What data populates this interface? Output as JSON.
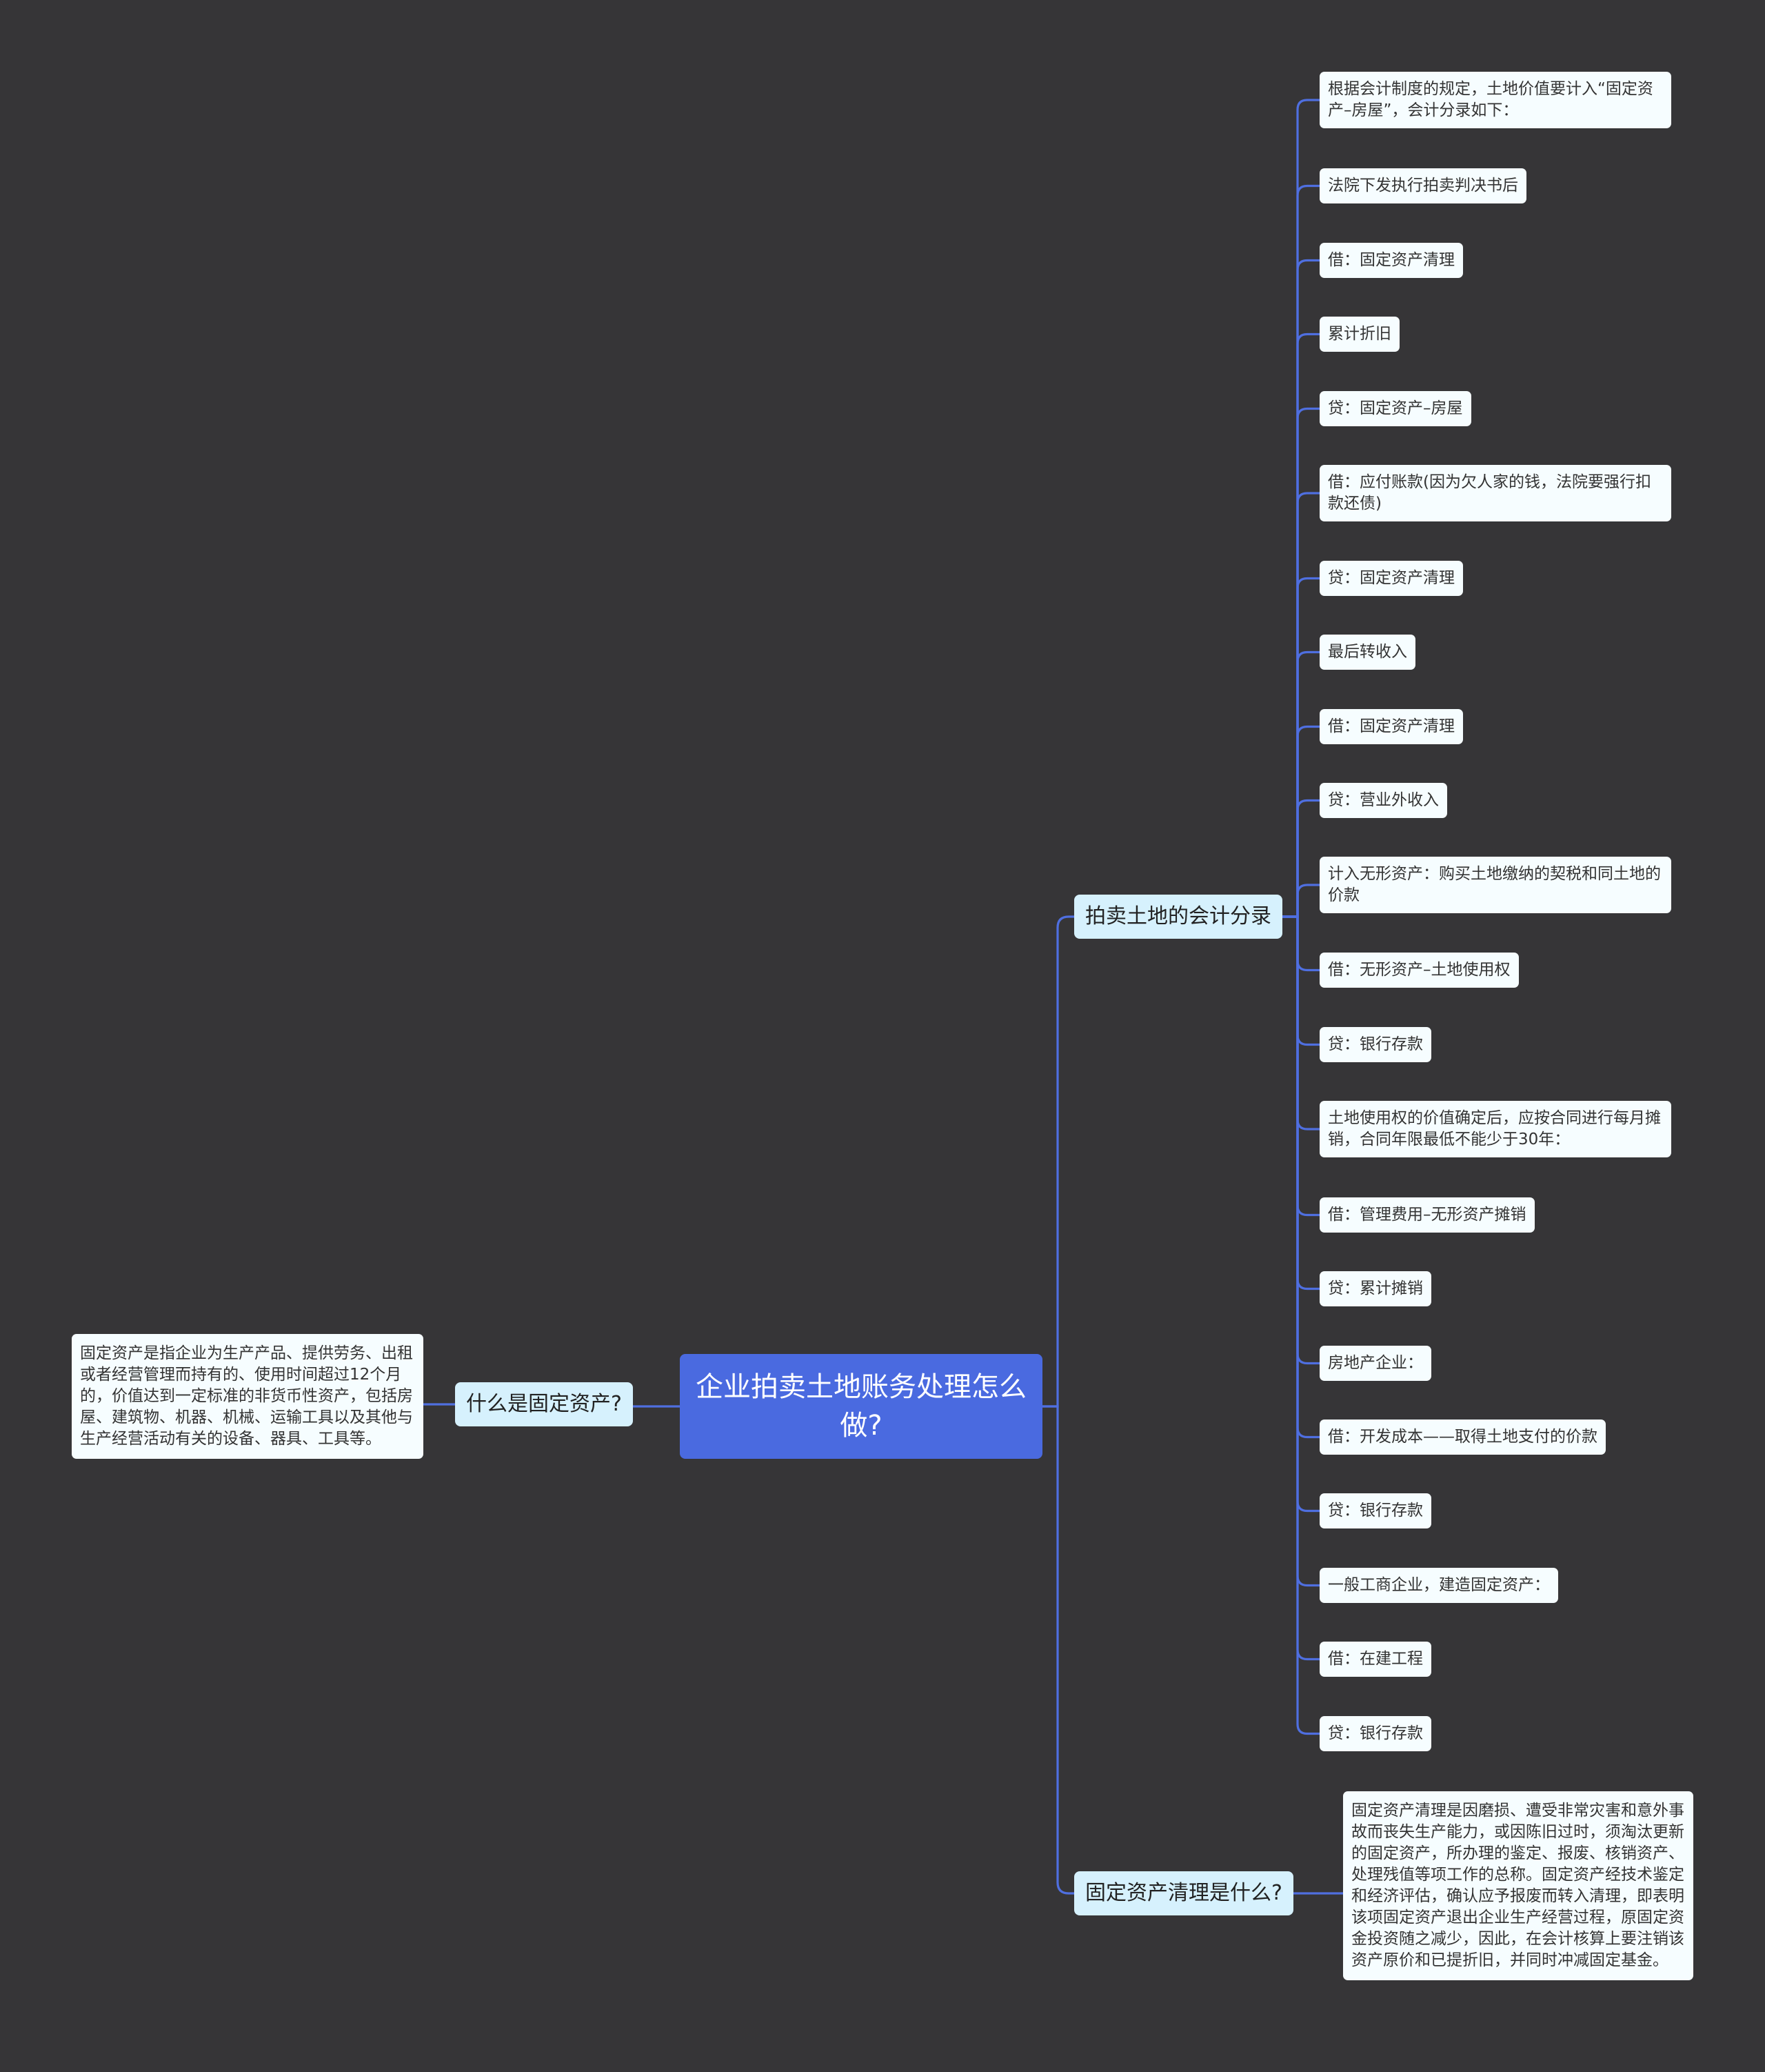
{
  "root": {
    "title": "企业拍卖土地账务处理怎么做?"
  },
  "branches": {
    "accounting": {
      "label": "拍卖土地的会计分录"
    },
    "fixed_asset": {
      "label": "什么是固定资产?"
    },
    "cleanup": {
      "label": "固定资产清理是什么?"
    }
  },
  "accounting_items": [
    "根据会计制度的规定，土地价值要计入“固定资产–房屋”，会计分录如下：",
    "法院下发执行拍卖判决书后",
    "借：固定资产清理",
    "累计折旧",
    "贷：固定资产–房屋",
    "借：应付账款(因为欠人家的钱，法院要强行扣款还债)",
    "贷：固定资产清理",
    "最后转收入",
    "借：固定资产清理",
    "贷：营业外收入",
    "计入无形资产：购买土地缴纳的契税和同土地的价款",
    "借：无形资产–土地使用权",
    "贷：银行存款",
    "土地使用权的价值确定后，应按合同进行每月摊销，合同年限最低不能少于30年：",
    "借：管理费用–无形资产摊销",
    "贷：累计摊销",
    "房地产企业：",
    "借：开发成本——取得土地支付的价款",
    "贷：银行存款",
    "一般工商企业，建造固定资产：",
    "借：在建工程",
    "贷：银行存款"
  ],
  "fixed_asset_text": "固定资产是指企业为生产产品、提供劳务、出租或者经营管理而持有的、使用时间超过12个月的，价值达到一定标准的非货币性资产，包括房屋、建筑物、机器、机械、运输工具以及其他与生产经营活动有关的设备、器具、工具等。",
  "cleanup_text": "固定资产清理是因磨损、遭受非常灾害和意外事故而丧失生产能力，或因陈旧过时，须淘汰更新的固定资产，所办理的鉴定、报废、核销资产、处理残值等项工作的总称。固定资产经技术鉴定和经济评估，确认应予报废而转入清理，即表明该项固定资产退出企业生产经营过程，原固定资金投资随之减少，因此，在会计核算上要注销该资产原价和已提折旧，并同时冲减固定基金。"
}
